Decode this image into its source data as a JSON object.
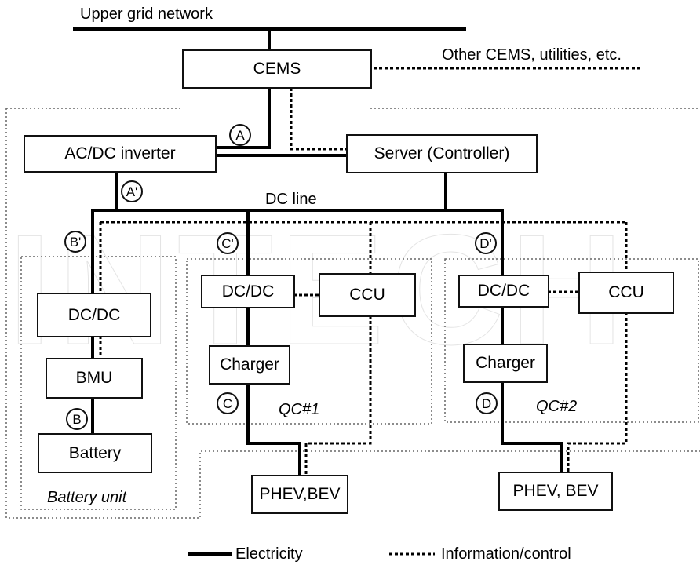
{
  "labels": {
    "upper_grid": "Upper grid network",
    "other_cems": "Other CEMS, utilities, etc.",
    "dc_line": "DC line",
    "qc1": "QC#1",
    "qc2": "QC#2",
    "battery_unit": "Battery unit"
  },
  "boxes": {
    "cems": "CEMS",
    "acdc": "AC/DC inverter",
    "server": "Server (Controller)",
    "dcdc_batt": "DC/DC",
    "bmu": "BMU",
    "battery": "Battery",
    "dcdc_qc1": "DC/DC",
    "ccu_qc1": "CCU",
    "charger_qc1": "Charger",
    "dcdc_qc2": "DC/DC",
    "ccu_qc2": "CCU",
    "charger_qc2": "Charger",
    "ev1": "PHEV,BEV",
    "ev2": "PHEV, BEV"
  },
  "markers": {
    "a": "A",
    "a_prime": "A'",
    "b_prime": "B'",
    "b": "B",
    "c_prime": "C'",
    "c": "C",
    "d_prime": "D'",
    "d": "D"
  },
  "legend": {
    "electricity": "Electricity",
    "information": "Information/control"
  },
  "watermark": "INTECH"
}
